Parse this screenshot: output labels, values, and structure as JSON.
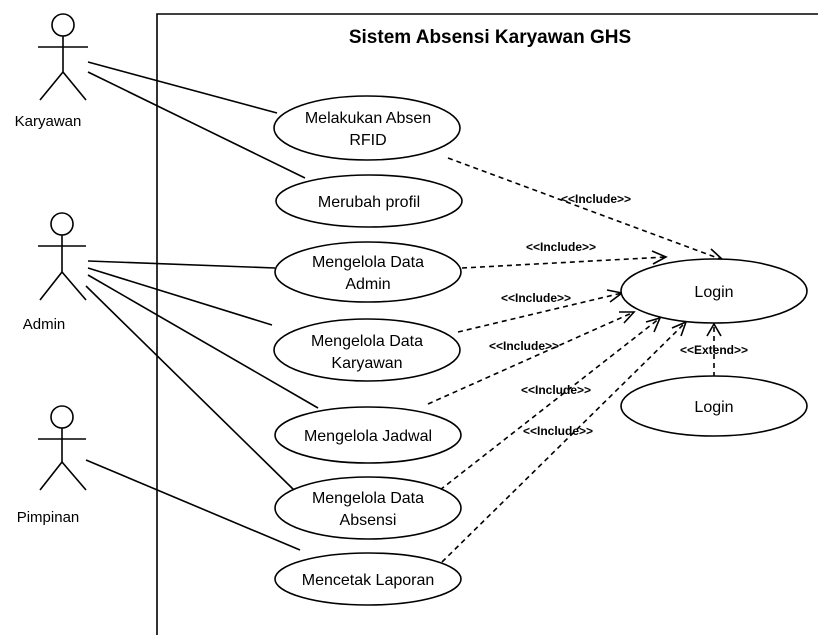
{
  "title": "Sistem Absensi Karyawan GHS",
  "actors": {
    "karyawan": "Karyawan",
    "admin": "Admin",
    "pimpinan": "Pimpinan"
  },
  "use_cases": {
    "absen_rfid": [
      "Melakukan Absen",
      "RFID"
    ],
    "merubah_profil": "Merubah profil",
    "data_admin": [
      "Mengelola Data",
      "Admin"
    ],
    "data_karyawan": [
      "Mengelola Data",
      "Karyawan"
    ],
    "jadwal": "Mengelola Jadwal",
    "data_absensi": [
      "Mengelola Data",
      "Absensi"
    ],
    "laporan": "Mencetak Laporan",
    "login": "Login",
    "login_extend": "Login"
  },
  "stereotypes": {
    "include": "<<Include>>",
    "extend": "<<Extend>>"
  }
}
